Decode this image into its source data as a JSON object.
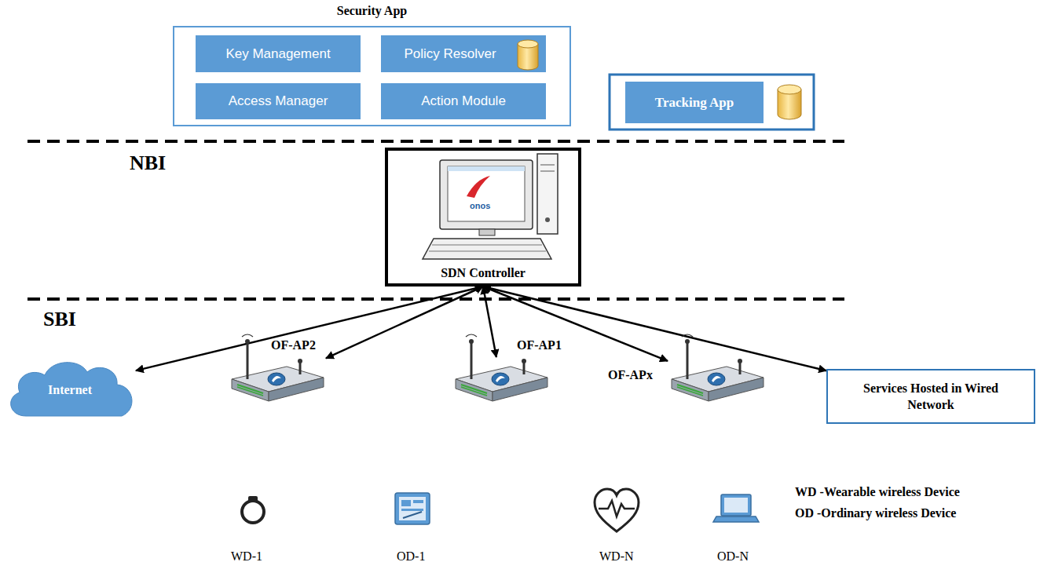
{
  "diagram": {
    "nodes": [
      {
        "text": [
          "Security App"
        ]
      },
      {
        "text": [
          "Key Management"
        ],
        "in": 0
      },
      {
        "text": [
          "Policy Resolver"
        ],
        "in": 0
      },
      {
        "text": [
          "Access Manager"
        ],
        "in": 0
      },
      {
        "text": [
          "Action Module"
        ],
        "in": 0
      },
      {
        "text": [
          "Tracking App"
        ]
      },
      {
        "text": [
          "SDN Controller"
        ]
      },
      {
        "text": [
          "Internet"
        ]
      },
      {
        "text": [
          "OF-AP2"
        ]
      },
      {
        "text": [
          "OF-AP1"
        ]
      },
      {
        "text": [
          "OF-APx"
        ]
      },
      {
        "text": [
          "Services Hosted in Wired Network"
        ]
      }
    ],
    "edges": [
      {
        "from": 6,
        "to": 7,
        "arrow": "both"
      },
      {
        "from": 6,
        "to": 8,
        "arrow": "both"
      },
      {
        "from": 6,
        "to": 9,
        "arrow": "both"
      },
      {
        "from": 6,
        "to": 10,
        "arrow": "both"
      },
      {
        "from": 6,
        "to": 11,
        "arrow": "both"
      }
    ],
    "labels": [
      "NBI",
      "SBI",
      "onos",
      "WD-1",
      "OD-1",
      "WD-N",
      "OD-N",
      "WD -Wearable wireless Device",
      "OD -Ordinary wireless Device"
    ]
  }
}
